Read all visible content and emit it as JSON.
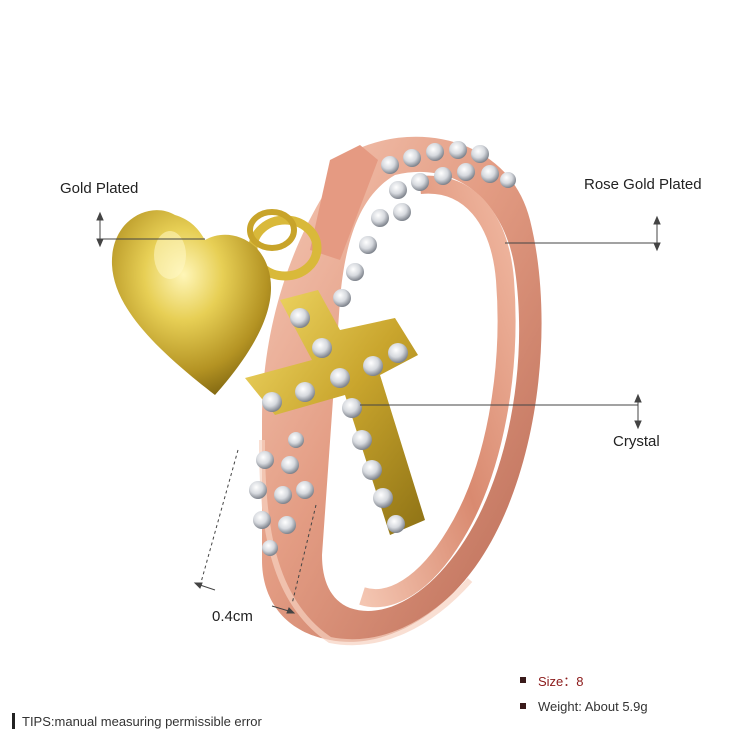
{
  "product": {
    "callouts": {
      "gold_plated": "Gold Plated",
      "rose_gold_plated": "Rose Gold Plated",
      "crystal": "Crystal",
      "width": "0.4cm"
    },
    "specs": {
      "size": "Size：8",
      "weight": "Weight: About 5.9g"
    },
    "tips": "TIPS:manual measuring permissible error"
  },
  "colors": {
    "rose_gold": "#e3a08a",
    "gold": "#d4b43a",
    "crystal": "#e6e8ec",
    "spec_size_text": "#8b1a1a"
  }
}
